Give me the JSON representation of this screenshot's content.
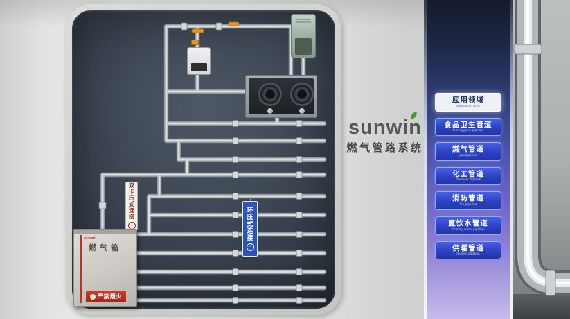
{
  "logo": {
    "brand": "sunwin",
    "subtitle": "燃气管路系统"
  },
  "wall_panel": {
    "sign_clamp": "双卡压式连接",
    "sign_ring": "环压式连接",
    "gas_box": {
      "brand": "sunwin",
      "label": "燃气箱",
      "warning": "严禁烟火"
    }
  },
  "led_panel": {
    "header": {
      "label": "应用领域",
      "subtitle": "application area"
    },
    "items": [
      {
        "label": "食品卫生管道",
        "subtitle": "food hygiene pipeline"
      },
      {
        "label": "燃气管道",
        "subtitle": "gas pipeline"
      },
      {
        "label": "化工管道",
        "subtitle": "chemical pipeline"
      },
      {
        "label": "消防管道",
        "subtitle": "fire pipeline"
      },
      {
        "label": "直饮水管道",
        "subtitle": "drinking water pipeline"
      },
      {
        "label": "供暖管道",
        "subtitle": "heating pipeline"
      }
    ]
  },
  "colors": {
    "accent_blue": "#2f54b8",
    "warning_red": "#b5342c",
    "brand_green": "#3f9d35"
  }
}
